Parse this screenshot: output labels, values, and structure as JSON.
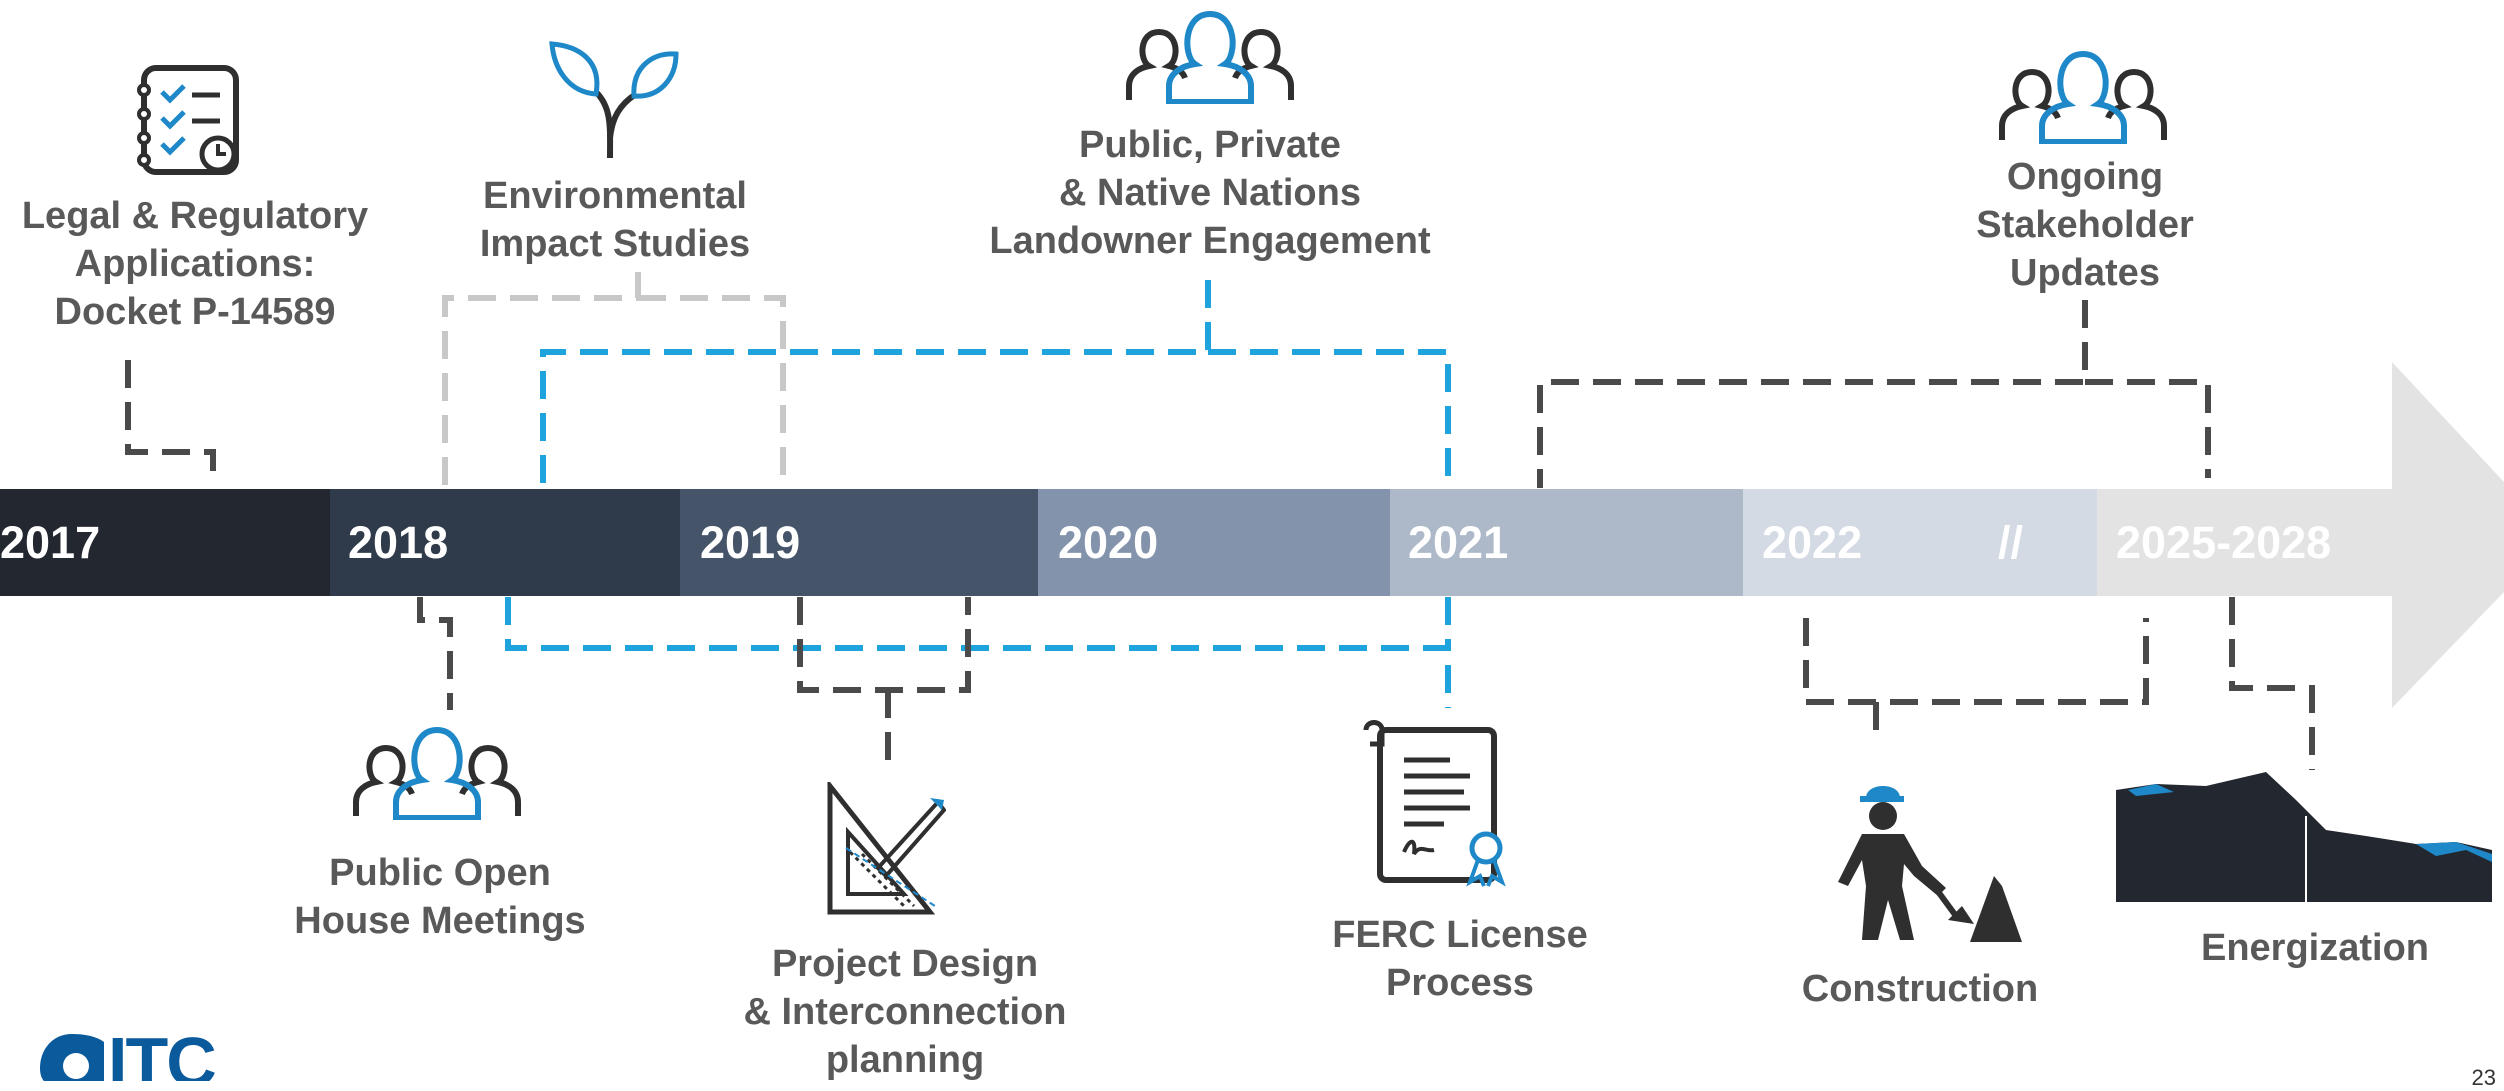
{
  "colors": {
    "bar_2017": "#23272f",
    "bar_2018": "#2f3a4a",
    "bar_2019": "#455469",
    "bar_2020": "#8393ab",
    "bar_2021": "#adb8c9",
    "bar_2022": "#d3dae4",
    "bar_2025": "#e3e3e3",
    "arrow": "#e3e3e3",
    "blue": "#1ea3dc",
    "gray_dash": "#c8c8c8",
    "dark_dash": "#4a4a4a",
    "label": "#595959",
    "logo": "#0a5a9c"
  },
  "timeline": {
    "years": [
      "2017",
      "2018",
      "2019",
      "2020",
      "2021",
      "2022",
      "2025-2028"
    ],
    "break_mark": "//"
  },
  "milestones": {
    "legal": {
      "label": "Legal & Regulatory\nApplications:\nDocket P-14589",
      "icon": "checklist-icon"
    },
    "environmental": {
      "label": "Environmental\nImpact Studies",
      "icon": "sprout-icon"
    },
    "engagement": {
      "label": "Public, Private\n& Native Nations\nLandowner Engagement",
      "icon": "people-group-icon"
    },
    "stakeholder": {
      "label": "Ongoing\nStakeholder\nUpdates",
      "icon": "people-group-icon"
    },
    "open_house": {
      "label": "Public Open\nHouse Meetings",
      "icon": "people-group-icon"
    },
    "design": {
      "label": "Project Design\n& Interconnection\nplanning",
      "icon": "drafting-tools-icon"
    },
    "ferc": {
      "label": "FERC License\nProcess",
      "icon": "certificate-icon"
    },
    "construction": {
      "label": "Construction",
      "icon": "construction-worker-icon"
    },
    "energization": {
      "label": "Energization",
      "icon": "reservoir-icon"
    }
  },
  "logo": {
    "text": "ITC"
  },
  "page_number": "23"
}
